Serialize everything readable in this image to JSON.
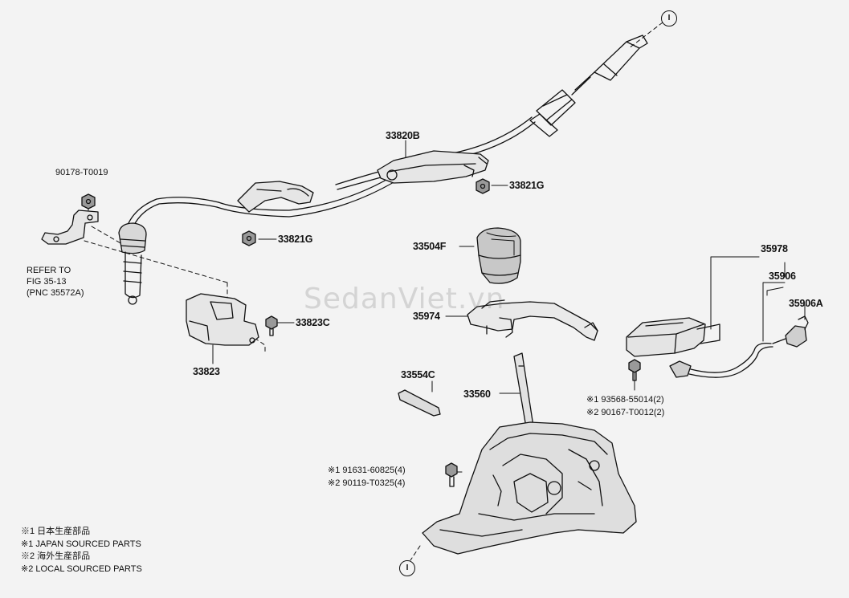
{
  "watermark": "SedanViet.vn",
  "connector": "I",
  "parts": {
    "p90178": "90178-T0019",
    "p33820B": "33820B",
    "p33821G_a": "33821G",
    "p33821G_b": "33821G",
    "p33504F": "33504F",
    "p35978": "35978",
    "p35906": "35906",
    "p35906A": "35906A",
    "p35974": "35974",
    "p33823C": "33823C",
    "p33823": "33823",
    "p33554C": "33554C",
    "p33560": "33560"
  },
  "refer": [
    "REFER TO",
    "FIG 35-13",
    "(PNC 35572A)"
  ],
  "bolt_notes_right": [
    "※1  93568-55014(2)",
    "※2  90167-T0012(2)"
  ],
  "bolt_notes_center": [
    "※1  91631-60825(4)",
    "※2  90119-T0325(4)"
  ],
  "legend": [
    "※1 日本生産部品",
    "※1 JAPAN SOURCED PARTS",
    "※2 海外生産部品",
    "※2 LOCAL SOURCED PARTS"
  ]
}
